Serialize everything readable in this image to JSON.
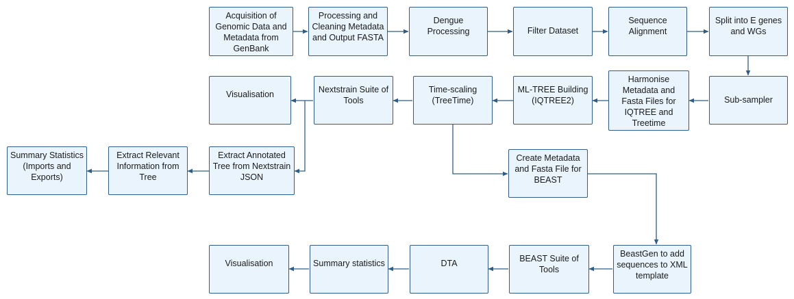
{
  "colors": {
    "node_fill": "#e9f4fd",
    "node_border": "#2f5d86",
    "edge": "#2f5d86",
    "text": "#1a1a1a"
  },
  "nodes": [
    {
      "id": "acquisition",
      "label": "Acquisition of Genomic Data and Metadata from GenBank"
    },
    {
      "id": "processing-cleaning",
      "label": "Processing and Cleaning Metadata and Output FASTA"
    },
    {
      "id": "dengue-processing",
      "label": "Dengue Processing"
    },
    {
      "id": "filter-dataset",
      "label": "Filter Dataset"
    },
    {
      "id": "sequence-alignment",
      "label": "Sequence Alignment"
    },
    {
      "id": "split-genes",
      "label": "Split into E genes and WGs"
    },
    {
      "id": "sub-sampler",
      "label": "Sub-sampler"
    },
    {
      "id": "harmonise",
      "label": "Harmonise Metadata and Fasta Files for IQTREE and Treetime"
    },
    {
      "id": "ml-tree",
      "label": "ML-TREE Building (IQTREE2)"
    },
    {
      "id": "time-scaling",
      "label": "Time-scaling (TreeTime)"
    },
    {
      "id": "nextstrain-suite",
      "label": "Nextstrain Suite of Tools"
    },
    {
      "id": "visualisation-1",
      "label": "Visualisation"
    },
    {
      "id": "extract-annotated",
      "label": "Extract Annotated Tree from Nextstrain JSON"
    },
    {
      "id": "extract-relevant",
      "label": "Extract Relevant Information from Tree"
    },
    {
      "id": "summary-stats-1",
      "label": "Summary Statistics (Imports and Exports)"
    },
    {
      "id": "create-beast-files",
      "label": "Create Metadata and Fasta File for BEAST"
    },
    {
      "id": "beastgen",
      "label": "BeastGen to  add sequences to XML template"
    },
    {
      "id": "beast-suite",
      "label": "BEAST Suite of Tools"
    },
    {
      "id": "dta",
      "label": "DTA"
    },
    {
      "id": "summary-stats-2",
      "label": "Summary statistics"
    },
    {
      "id": "visualisation-2",
      "label": "Visualisation"
    }
  ],
  "edges": [
    {
      "from": "acquisition",
      "to": "processing-cleaning"
    },
    {
      "from": "processing-cleaning",
      "to": "dengue-processing"
    },
    {
      "from": "dengue-processing",
      "to": "filter-dataset"
    },
    {
      "from": "filter-dataset",
      "to": "sequence-alignment"
    },
    {
      "from": "sequence-alignment",
      "to": "split-genes"
    },
    {
      "from": "split-genes",
      "to": "sub-sampler"
    },
    {
      "from": "sub-sampler",
      "to": "harmonise"
    },
    {
      "from": "harmonise",
      "to": "ml-tree"
    },
    {
      "from": "ml-tree",
      "to": "time-scaling"
    },
    {
      "from": "time-scaling",
      "to": "nextstrain-suite"
    },
    {
      "from": "nextstrain-suite",
      "to": "visualisation-1"
    },
    {
      "from": "nextstrain-suite",
      "to": "extract-annotated"
    },
    {
      "from": "extract-annotated",
      "to": "extract-relevant"
    },
    {
      "from": "extract-relevant",
      "to": "summary-stats-1"
    },
    {
      "from": "time-scaling",
      "to": "create-beast-files"
    },
    {
      "from": "create-beast-files",
      "to": "beastgen"
    },
    {
      "from": "beastgen",
      "to": "beast-suite"
    },
    {
      "from": "beast-suite",
      "to": "dta"
    },
    {
      "from": "dta",
      "to": "summary-stats-2"
    },
    {
      "from": "summary-stats-2",
      "to": "visualisation-2"
    }
  ]
}
